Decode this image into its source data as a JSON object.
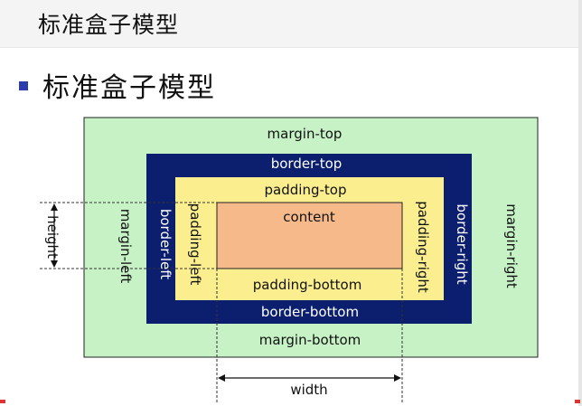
{
  "page": {
    "title": "标准盒子模型",
    "heading": "标准盒子模型"
  },
  "diagram": {
    "margin_top": "margin-top",
    "margin_bottom": "margin-bottom",
    "margin_left": "margin-left",
    "margin_right": "margin-right",
    "border_top": "border-top",
    "border_bottom": "border-bottom",
    "border_left": "border-left",
    "border_right": "border-right",
    "padding_top": "padding-top",
    "padding_bottom": "padding-bottom",
    "padding_left": "padding-left",
    "padding_right": "padding-right",
    "content": "content",
    "height": "height",
    "width": "width"
  },
  "colors": {
    "margin": "#c6f2c6",
    "border": "#0b1f6e",
    "padding": "#fbee8e",
    "content": "#f6b98a",
    "bullet": "#2b3bb0"
  }
}
